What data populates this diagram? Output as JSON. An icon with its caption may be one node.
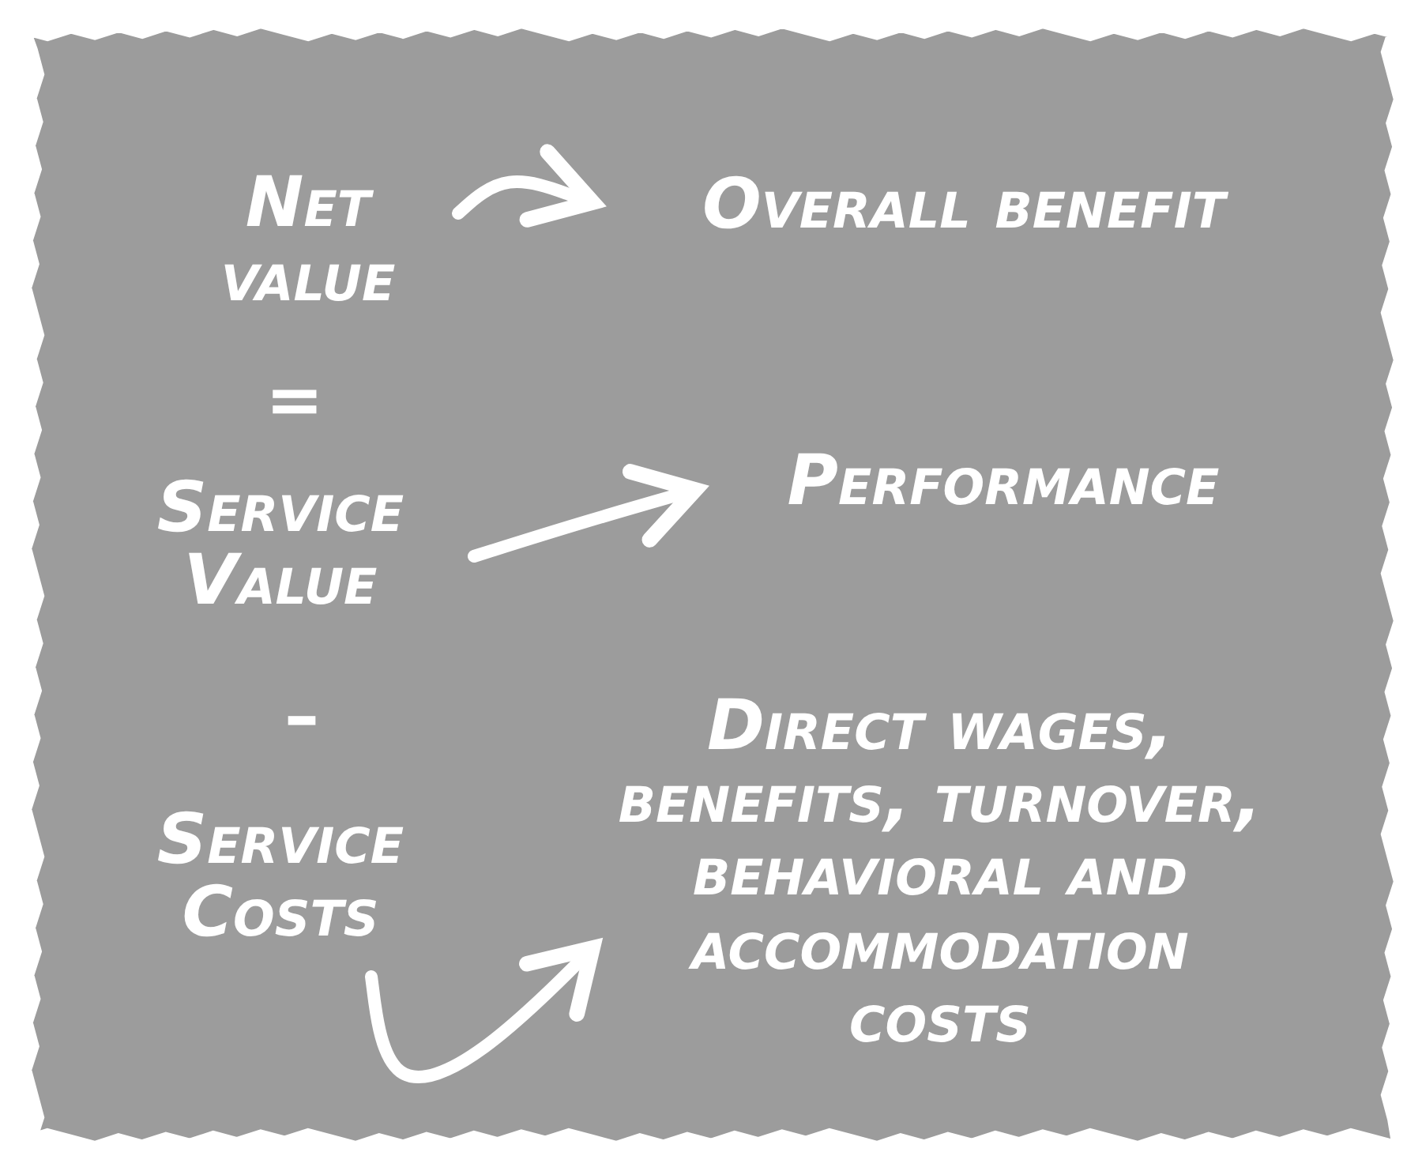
{
  "diagram": {
    "nodes": [
      {
        "text": [
          "Net value"
        ]
      },
      {
        "text": [
          "Overall benefit"
        ]
      },
      {
        "text": [
          "Service Value"
        ]
      },
      {
        "text": [
          "Performance"
        ]
      },
      {
        "text": [
          "Service Costs"
        ]
      },
      {
        "text": [
          "Direct wages, benefits, turnover, behavioral and accommodation costs"
        ]
      }
    ],
    "edges": [
      {
        "from": 0,
        "to": 1,
        "arrow": "to"
      },
      {
        "from": 2,
        "to": 3,
        "arrow": "to"
      },
      {
        "from": 4,
        "to": 5,
        "arrow": "to"
      }
    ],
    "labels": [
      "=",
      "–"
    ]
  }
}
